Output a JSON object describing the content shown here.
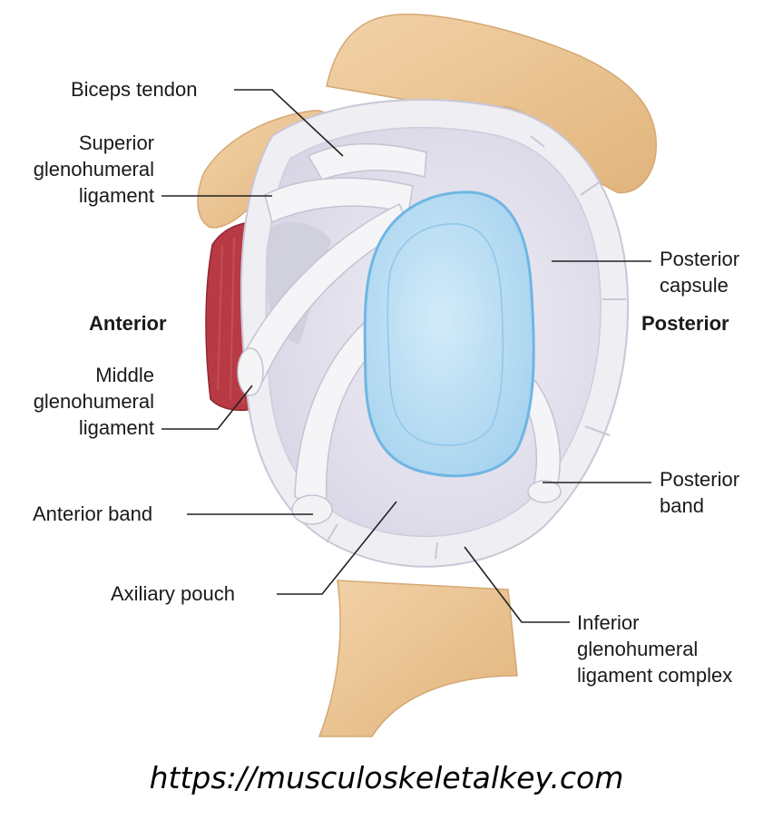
{
  "labels": {
    "biceps_tendon": "Biceps tendon",
    "sghl": [
      "Superior",
      "glenohumeral",
      "ligament"
    ],
    "anterior": "Anterior",
    "mghl": [
      "Middle",
      "glenohumeral",
      "ligament"
    ],
    "anterior_band": "Anterior band",
    "axillary_pouch": "Axiliary pouch",
    "posterior_capsule": [
      "Posterior",
      "capsule"
    ],
    "posterior": "Posterior",
    "posterior_band": [
      "Posterior",
      "band"
    ],
    "ighl_complex": [
      "Inferior",
      "glenohumeral",
      "ligament complex"
    ]
  },
  "source_url": "https://musculoskeletalkey.com",
  "colors": {
    "bone": "#ecc796",
    "capsule": "#e7e6f0",
    "labrum": "#eeeef3",
    "ligament": "#f4f4f6",
    "glenoid": "#bfe0f3",
    "glenoid_rim": "#6fb6e3",
    "muscle": "#b73a44",
    "leader_line": "#222222"
  }
}
